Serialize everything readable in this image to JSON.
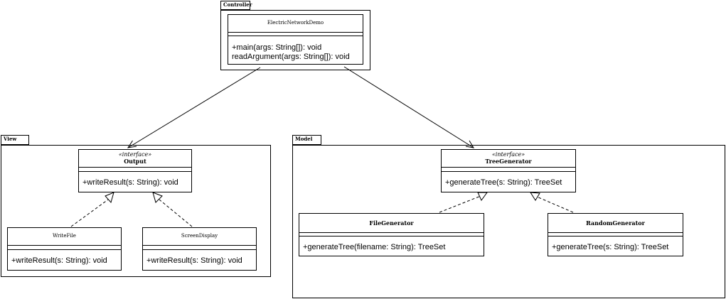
{
  "packages": {
    "controller": {
      "label": "Controller"
    },
    "view": {
      "label": "View"
    },
    "model": {
      "label": "Model"
    }
  },
  "classes": {
    "electric_network_demo": {
      "name": "ElectricNetworkDemo",
      "stereotype": "",
      "operations": [
        "+main(args: String[]): void",
        "readArgument(args: String[]): void"
      ]
    },
    "output": {
      "name": "Output",
      "stereotype": "«interface»",
      "operations": [
        "+writeResult(s: String): void"
      ]
    },
    "write_file": {
      "name": "WriteFile",
      "stereotype": "",
      "operations": [
        "+writeResult(s: String): void"
      ]
    },
    "screen_display": {
      "name": "ScreenDisplay",
      "stereotype": "",
      "operations": [
        "+writeResult(s: String): void"
      ]
    },
    "tree_generator": {
      "name": "TreeGenerator",
      "stereotype": "«interface»",
      "operations": [
        "+generateTree(s: String): TreeSet"
      ]
    },
    "file_generator": {
      "name": "FileGenerator",
      "stereotype": "",
      "operations": [
        "+generateTree(filename: String): TreeSet"
      ]
    },
    "random_generator": {
      "name": "RandomGenerator",
      "stereotype": "",
      "operations": [
        "+generateTree(s: String): TreeSet"
      ]
    }
  },
  "relations": [
    {
      "from": "electric_network_demo",
      "to": "output",
      "type": "association"
    },
    {
      "from": "electric_network_demo",
      "to": "tree_generator",
      "type": "association"
    },
    {
      "from": "write_file",
      "to": "output",
      "type": "realization"
    },
    {
      "from": "screen_display",
      "to": "output",
      "type": "realization"
    },
    {
      "from": "file_generator",
      "to": "tree_generator",
      "type": "realization"
    },
    {
      "from": "random_generator",
      "to": "tree_generator",
      "type": "realization"
    }
  ]
}
